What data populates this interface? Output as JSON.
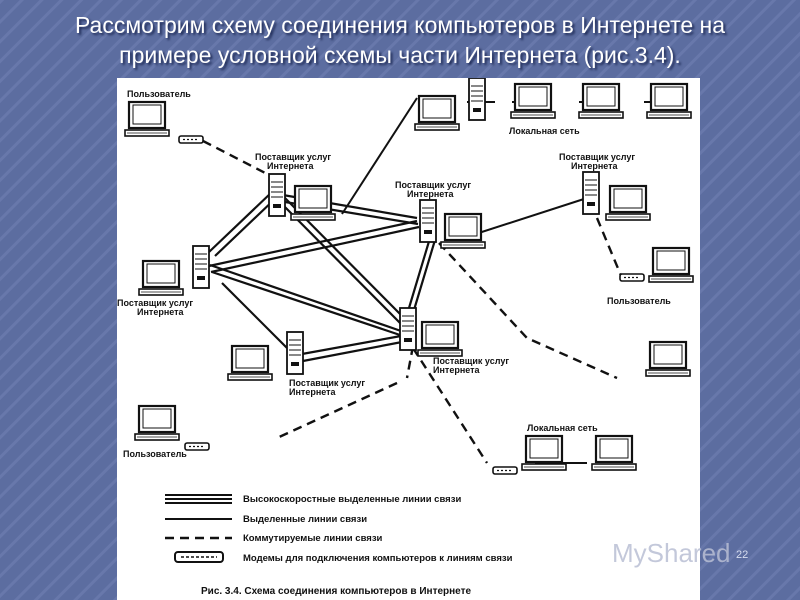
{
  "slide": {
    "title_line1": "Рассмотрим схему соединения компьютеров в Интернете на",
    "title_line2": "примере условной схемы части Интернета (рис.3.4).",
    "number": "22",
    "watermark": "MyShared"
  },
  "diagram": {
    "labels": {
      "user": "Пользователь",
      "isp_line1": "Поставщик услуг",
      "isp_line2": "Интернета",
      "lan": "Локальная сеть"
    },
    "legend": [
      {
        "kind": "high-speed",
        "label": "Высокоскоростные выделенные линии связи"
      },
      {
        "kind": "dedicated",
        "label": "Выделенные линии связи"
      },
      {
        "kind": "switched",
        "label": "Коммутируемые линии связи"
      },
      {
        "kind": "modem",
        "label": "Модемы для подключения компьютеров к линиям связи"
      }
    ],
    "caption": "Рис. 3.4. Схема соединения компьютеров в Интернете"
  },
  "colors": {
    "background": "#5c6da0",
    "title": "#ffffff",
    "ink": "#111111"
  }
}
